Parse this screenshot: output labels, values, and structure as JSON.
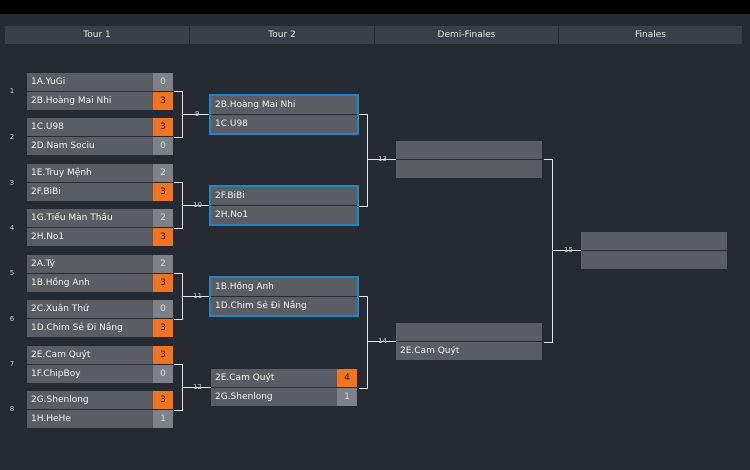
{
  "rounds": [
    "Tour 1",
    "Tour 2",
    "Demi-Finales",
    "Finales"
  ],
  "r1": [
    {
      "seed": "1",
      "a": {
        "name": "1A.YuGi",
        "score": "0",
        "win": false
      },
      "b": {
        "name": "2B.Hoàng Mai Nhi",
        "score": "3",
        "win": true
      }
    },
    {
      "seed": "2",
      "a": {
        "name": "1C.U98",
        "score": "3",
        "win": true
      },
      "b": {
        "name": "2D.Nam Sociu",
        "score": "0",
        "win": false
      }
    },
    {
      "seed": "3",
      "a": {
        "name": "1E.Truy Mệnh",
        "score": "2",
        "win": false
      },
      "b": {
        "name": "2F.BiBi",
        "score": "3",
        "win": true
      }
    },
    {
      "seed": "4",
      "a": {
        "name": "1G.Tiểu Màn Thầu",
        "score": "2",
        "win": false
      },
      "b": {
        "name": "2H.No1",
        "score": "3",
        "win": true
      }
    },
    {
      "seed": "5",
      "a": {
        "name": "2A.Tý",
        "score": "2",
        "win": false
      },
      "b": {
        "name": "1B.Hồng Anh",
        "score": "3",
        "win": true
      }
    },
    {
      "seed": "6",
      "a": {
        "name": "2C.Xuân Thứ",
        "score": "0",
        "win": false
      },
      "b": {
        "name": "1D.Chim Sẻ Đi Nắng",
        "score": "3",
        "win": true
      }
    },
    {
      "seed": "7",
      "a": {
        "name": "2E.Cam Quýt",
        "score": "3",
        "win": true
      },
      "b": {
        "name": "1F.ChipBoy",
        "score": "0",
        "win": false
      }
    },
    {
      "seed": "8",
      "a": {
        "name": "2G.Shenlong",
        "score": "3",
        "win": true
      },
      "b": {
        "name": "1H.HeHe",
        "score": "1",
        "win": false
      }
    }
  ],
  "r2": [
    {
      "num": "9",
      "a": {
        "name": "2B.Hoàng Mai Nhi",
        "score": "",
        "win": false
      },
      "b": {
        "name": "1C.U98",
        "score": "",
        "win": false
      }
    },
    {
      "num": "10",
      "a": {
        "name": "2F.BiBi",
        "score": "",
        "win": false
      },
      "b": {
        "name": "2H.No1",
        "score": "",
        "win": false
      }
    },
    {
      "num": "11",
      "a": {
        "name": "1B.Hồng Anh",
        "score": "",
        "win": false
      },
      "b": {
        "name": "1D.Chim Sẻ Đi Nắng",
        "score": "",
        "win": false
      }
    },
    {
      "num": "12",
      "a": {
        "name": "2E.Cam Quýt",
        "score": "4",
        "win": true
      },
      "b": {
        "name": "2G.Shenlong",
        "score": "1",
        "win": false
      }
    }
  ],
  "r3": [
    {
      "num": "13",
      "a": {
        "name": "",
        "score": "",
        "win": false
      },
      "b": {
        "name": "",
        "score": "",
        "win": false
      }
    },
    {
      "num": "14",
      "a": {
        "name": "",
        "score": "",
        "win": false
      },
      "b": {
        "name": "2E.Cam Quýt",
        "score": "",
        "win": false
      }
    }
  ],
  "r4": [
    {
      "num": "15",
      "a": {
        "name": "",
        "score": "",
        "win": false
      },
      "b": {
        "name": "",
        "score": "",
        "win": false
      }
    }
  ]
}
